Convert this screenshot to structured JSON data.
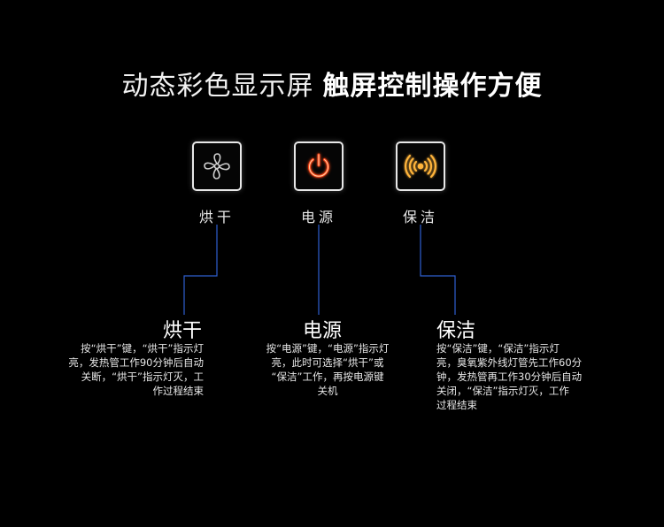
{
  "header": {
    "title_light": "动态彩色显示屏",
    "title_bold": "触屏控制操作方便"
  },
  "buttons": [
    {
      "label": "烘干",
      "icon": "fan-icon"
    },
    {
      "label": "电源",
      "icon": "power-icon"
    },
    {
      "label": "保洁",
      "icon": "sterilize-icon"
    }
  ],
  "features": [
    {
      "title": "烘干",
      "lines": [
        "按“烘干”键，“烘干”指示灯",
        "亮，发热管工作90分钟后自动",
        "关断，“烘干”指示灯灭，工",
        "作过程结束"
      ]
    },
    {
      "title": "电源",
      "lines": [
        "按“电源”键，“电源”指示灯",
        "亮，此时可选择“烘干”或",
        "“保洁”工作，再按电源键",
        "关机"
      ]
    },
    {
      "title": "保洁",
      "lines": [
        "按“保洁”键，“保洁”指示灯",
        "亮，臭氧紫外线灯管先工作60分",
        "钟，发热管再工作30分钟后自动",
        "关闭，“保洁”指示灯灭，工作",
        "过程结束"
      ]
    }
  ],
  "colors": {
    "background": "#000000",
    "leader_line": "#2f5fd0",
    "power_glow": "#ff4a1a",
    "sterilize_glow": "#ffb43a"
  }
}
